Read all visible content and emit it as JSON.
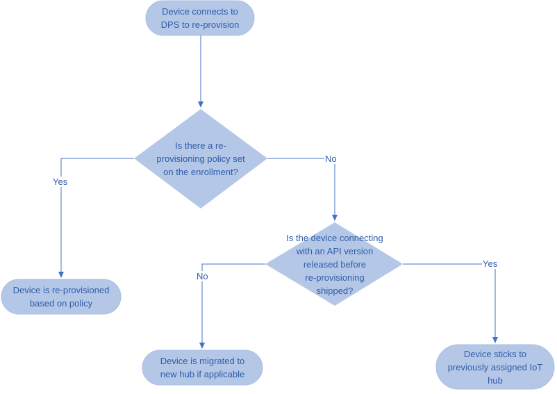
{
  "nodes": {
    "start": [
      "Device connects to",
      "DPS to re-provision"
    ],
    "decision_policy": [
      "Is there a re-",
      "provisioning policy set",
      "on the enrollment?"
    ],
    "reprovisioned": [
      "Device is re-provisioned",
      "based on policy"
    ],
    "decision_api": [
      "Is the device connecting",
      "with an API version",
      "released before",
      "re-provisioning",
      "shipped?"
    ],
    "migrated": [
      "Device is migrated to",
      "new hub if applicable"
    ],
    "sticks": [
      "Device sticks to",
      "previously assigned IoT",
      "hub"
    ]
  },
  "edges": {
    "policy_yes": "Yes",
    "policy_no": "No",
    "api_no": "No",
    "api_yes": "Yes"
  },
  "colors": {
    "fill": "#b4c7e7",
    "stroke": "#a9bfe3",
    "line": "#4472c4",
    "text": "#2e5da8"
  }
}
